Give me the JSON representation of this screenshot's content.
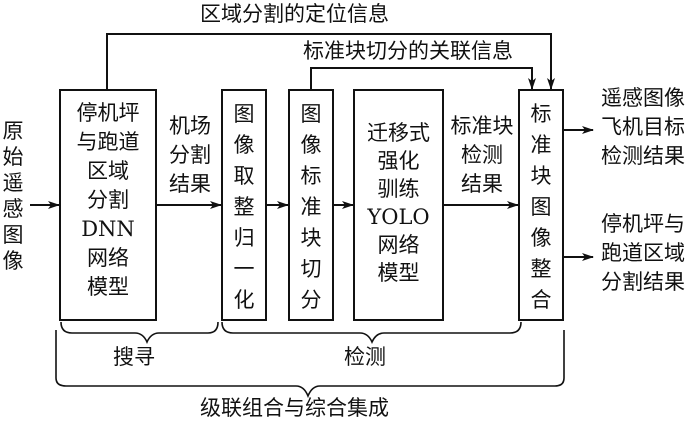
{
  "top_feedback": {
    "region_location_info": "区域分割的定位信息",
    "block_association_info": "标准块切分的关联信息"
  },
  "input": {
    "label_lines": [
      "原",
      "始",
      "遥",
      "感",
      "图",
      "像"
    ]
  },
  "boxes": [
    {
      "id": "segmentation-dnn",
      "lines": [
        "停机坪",
        "与跑道",
        "区域",
        "分割",
        "DNN",
        "网络",
        "模型"
      ]
    },
    {
      "id": "image-normalize",
      "lines": [
        "图",
        "像",
        "取",
        "整",
        "归",
        "一",
        "化"
      ]
    },
    {
      "id": "block-split",
      "lines": [
        "图",
        "像",
        "标",
        "准",
        "块",
        "切",
        "分"
      ]
    },
    {
      "id": "yolo-model",
      "lines": [
        "迁移式",
        "强化",
        "驯练",
        "YOLO",
        "网络",
        "模型"
      ]
    },
    {
      "id": "block-merge",
      "lines": [
        "标",
        "准",
        "块",
        "图",
        "像",
        "整",
        "合"
      ]
    }
  ],
  "edge_labels": {
    "airport_seg_result": [
      "机场",
      "分割",
      "结果"
    ],
    "block_detect_result": [
      "标准块",
      "检测",
      "结果"
    ]
  },
  "outputs": {
    "aircraft_detection": [
      "遥感图像",
      "飞机目标",
      "检测结果"
    ],
    "apron_runway_seg": [
      "停机坪与",
      "跑道区域",
      "分割结果"
    ]
  },
  "braces": {
    "search": "搜寻",
    "detect": "检测",
    "overall": "级联组合与综合集成"
  }
}
